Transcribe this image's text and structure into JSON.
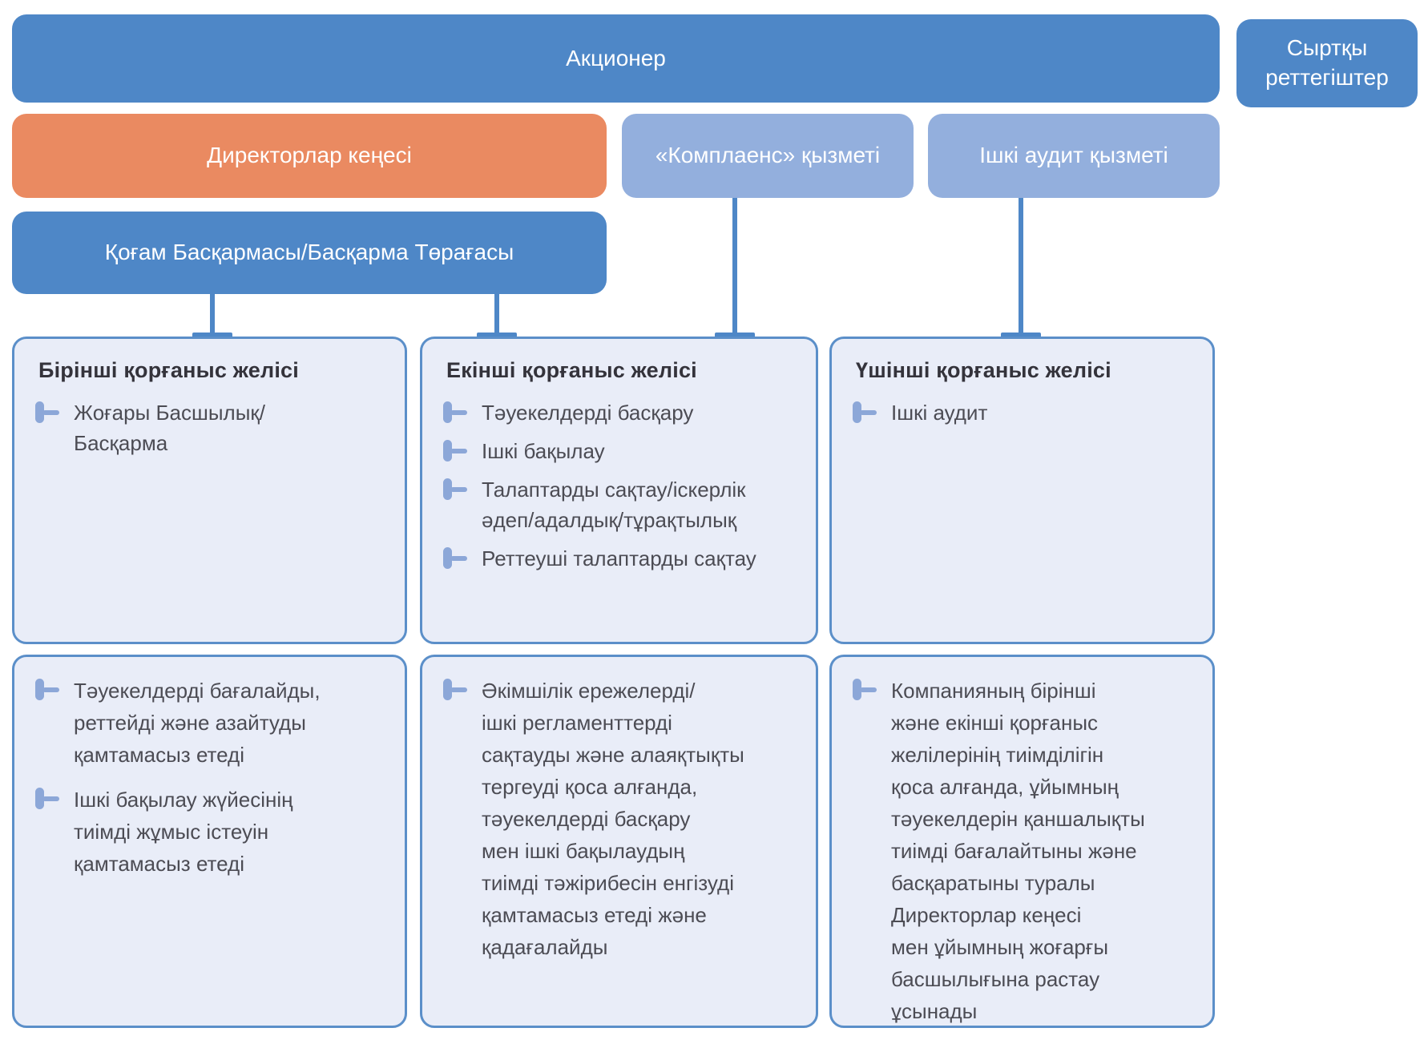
{
  "palette": {
    "blue": "#4e87c7",
    "orange": "#ea8a61",
    "light_blue": "#93afdd",
    "panel_fill": "#e9edf8",
    "panel_border": "#5b8fc9",
    "heading_text": "#34333b",
    "body_text": "#4c4c54",
    "bullet": "#8ca7d8"
  },
  "org": {
    "shareholder": "Акционер",
    "external_regulators": "Сыртқы реттегіштер",
    "board_of_directors": "Директорлар кеңесі",
    "compliance_service": "«Комплаенс» қызметі",
    "internal_audit_service": "Ішкі аудит қызметі",
    "management_board": "Қоғам Басқармасы/Басқарма Төрағасы"
  },
  "defense_lines": [
    {
      "title": "Бірінші қорғаныс желісі",
      "items": [
        [
          "Жоғары Басшылық/",
          "Басқарма"
        ]
      ],
      "duties": [
        [
          "Тәуекелдерді бағалайды,",
          "реттейді және азайтуды",
          "қамтамасыз етеді"
        ],
        [
          "Ішкі бақылау жүйесінің",
          "тиімді жұмыс істеуін",
          "қамтамасыз етеді"
        ]
      ]
    },
    {
      "title": "Екінші қорғаныс желісі",
      "items": [
        [
          "Тәуекелдерді басқару"
        ],
        [
          "Ішкі бақылау"
        ],
        [
          "Талаптарды сақтау/іскерлік",
          "әдеп/адалдық/тұрақтылық"
        ],
        [
          "Реттеуші талаптарды сақтау"
        ]
      ],
      "duties": [
        [
          "Әкімшілік ережелерді/",
          "ішкі регламенттерді",
          "сақтауды және алаяқтықты",
          "тергеуді қоса алғанда,",
          "тәуекелдерді басқару",
          "мен ішкі бақылаудың",
          "тиімді тәжірибесін енгізуді",
          "қамтамасыз етеді және",
          "қадағалайды"
        ]
      ]
    },
    {
      "title": "Үшінші қорғаныс желісі",
      "items": [
        [
          "Ішкі аудит"
        ]
      ],
      "duties": [
        [
          "Компанияның бірінші",
          "және екінші қорғаныс",
          "желілерінің тиімділігін",
          "қоса алғанда, ұйымның",
          "тәуекелдерін қаншалықты",
          "тиімді бағалайтыны және",
          "басқаратыны туралы",
          "Директорлар кеңесі",
          "мен ұйымның жоғарғы",
          "басшылығына растау",
          "ұсынады"
        ]
      ]
    }
  ]
}
